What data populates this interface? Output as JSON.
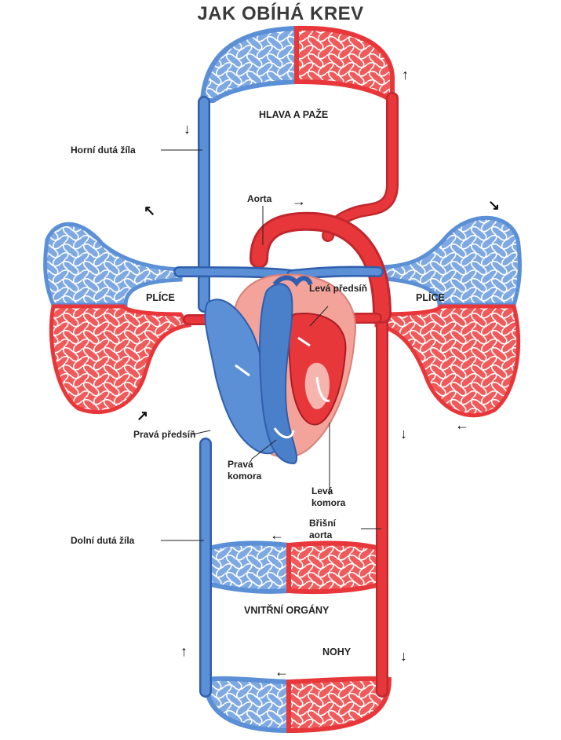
{
  "title": "JAK OBÍHÁ KREV",
  "labels": {
    "head": "HLAVA A PAŽE",
    "lungs_left": "PLÍCE",
    "lungs_right": "PLÍCE",
    "organs": "VNITŘNÍ ORGÁNY",
    "legs": "NOHY",
    "superior_vena_cava": "Horní dutá žíla",
    "aorta": "Aorta",
    "left_atrium": "Levá předsíň",
    "right_atrium": "Pravá předsíň",
    "right_ventricle_1": "Pravá",
    "right_ventricle_2": "komora",
    "left_ventricle_1": "Levá",
    "left_ventricle_2": "komora",
    "abdominal_aorta_1": "Břišní",
    "abdominal_aorta_2": "aorta",
    "inferior_vena_cava": "Dolní dutá žíla"
  },
  "colors": {
    "oxygenated": "#e8373b",
    "oxygenated_dark": "#c1272d",
    "deoxygenated": "#5b8fd6",
    "deoxygenated_dark": "#2f5fae",
    "heart_bg": "#f3a39a"
  }
}
